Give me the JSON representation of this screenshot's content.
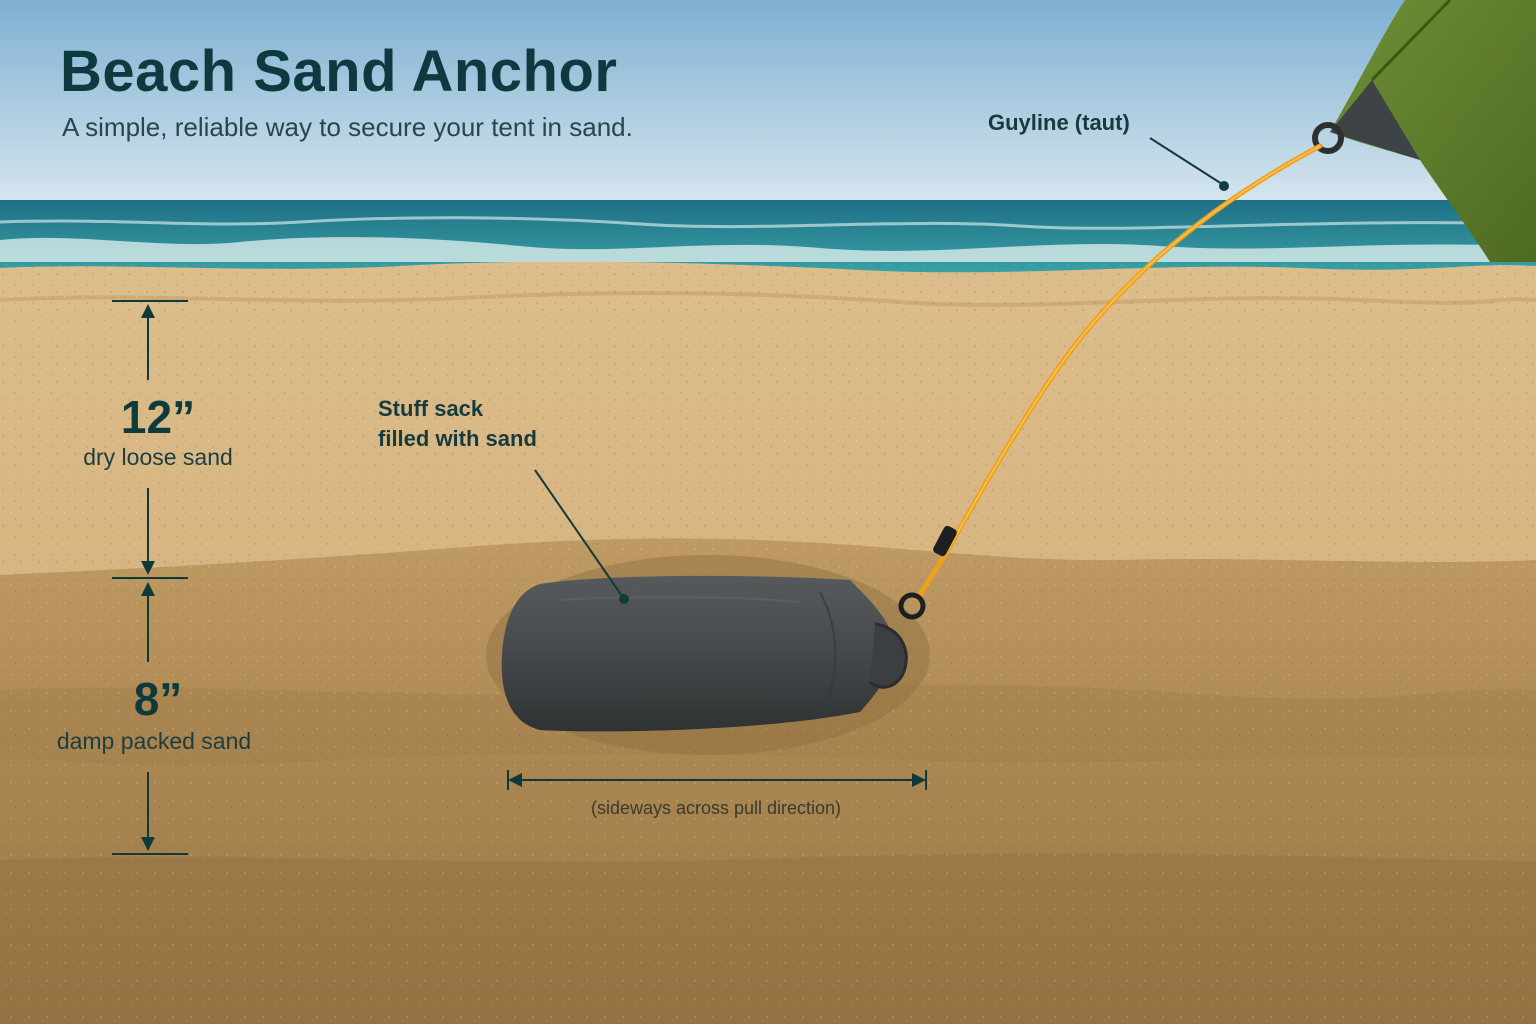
{
  "header": {
    "title": "Beach Sand Anchor",
    "subtitle": "A simple, reliable way to secure your tent in sand."
  },
  "labels": {
    "guyline": "Guyline (taut)",
    "sack_line1": "Stuff sack",
    "sack_line2": "filled with sand",
    "width_note": "(sideways across pull direction)"
  },
  "layers": {
    "dry": {
      "depth": "12”",
      "desc": "dry loose sand"
    },
    "damp": {
      "depth": "8”",
      "desc": "damp packed sand"
    }
  },
  "colors": {
    "sky_top": "#8fb9d6",
    "sea": "#2a8a97",
    "sand_dry": "#d8b884",
    "sand_damp": "#b8935c",
    "sack": "#45494b",
    "guyline": "#f0a11a",
    "tent": "#5a7a2c",
    "annotation": "#0f3a3a"
  }
}
